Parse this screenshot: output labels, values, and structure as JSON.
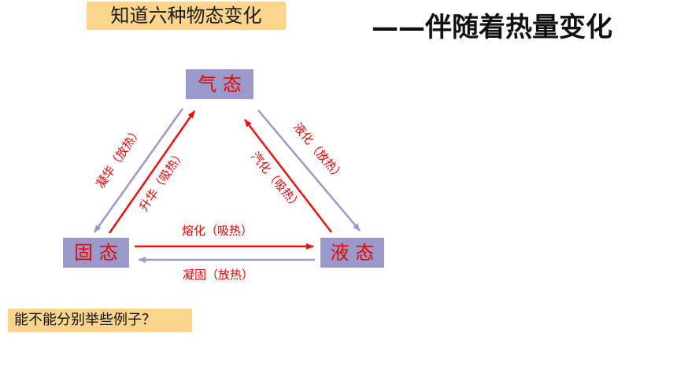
{
  "title": "知道六种物态变化",
  "subtitle": "——伴随着热量变化",
  "states": {
    "gas": "气 态",
    "solid": "固 态",
    "liquid": "液 态"
  },
  "transitions": {
    "deposition": "凝华（放热）",
    "sublimation": "升华（吸热）",
    "liquefaction": "液化（放热）",
    "vaporization": "汽化（吸热）",
    "melting": "熔化（吸热）",
    "solidification": "凝固（放热）"
  },
  "question": "能不能分别举些例子？",
  "colors": {
    "state_box": "#9999cc",
    "state_text": "#ee0000",
    "highlight_box": "#fcd58c",
    "arrow_red": "#ee1111",
    "arrow_blue": "#9999cc"
  }
}
